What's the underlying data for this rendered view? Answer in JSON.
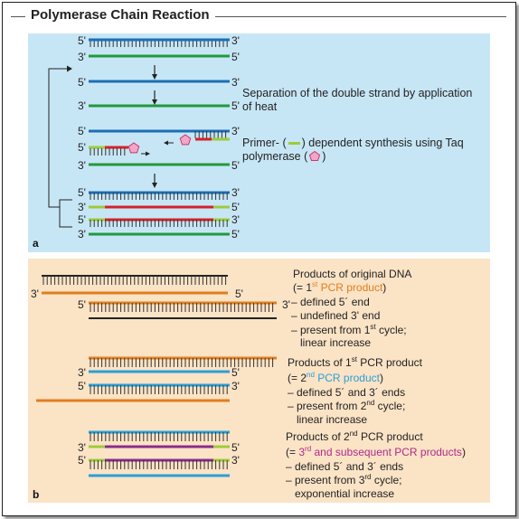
{
  "title": "Polymerase Chain Reaction",
  "panel_a": {
    "label": "a",
    "end_5": "5'",
    "end_3": "3'",
    "separation_text": "Separation of the double strand by application of heat",
    "separation_line1": "Separation of the double strand by application",
    "separation_line2": "of heat",
    "primer_line1_prefix": "Primer- (",
    "primer_line1_suffix": ") dependent synthesis using Taq",
    "primer_line2_prefix": "polymerase (",
    "primer_line2_suffix": ")"
  },
  "panel_b": {
    "label": "b",
    "end_5": "5'",
    "end_3": "3'",
    "group1": {
      "title": "Products of original DNA",
      "paren_open": "(= 1",
      "sup": "st",
      "product": " PCR product",
      "paren_close": ")",
      "item1": "– defined 5´ end",
      "item2": "– undefined 3' end",
      "item3_prefix": "– present from 1",
      "item3_sup": "st",
      "item3_suffix": " cycle;",
      "item4": "linear increase"
    },
    "group2": {
      "title_prefix": "Products of 1",
      "title_sup": "st",
      "title_suffix": " PCR product",
      "paren_open": "(= 2",
      "sup": "nd",
      "product": " PCR product",
      "paren_close": ")",
      "item1": "– defined 5´ and 3´ ends",
      "item2_prefix": "– present from 2",
      "item2_sup": "nd",
      "item2_suffix": " cycle;",
      "item3": "linear increase"
    },
    "group3": {
      "title_prefix": "Products of 2",
      "title_sup": "nd",
      "title_suffix": " PCR product",
      "paren_open": "(= ",
      "product_prefix": "3",
      "sup": "rd",
      "product": " and subsequent PCR products",
      "paren_close": ")",
      "item1": "– defined 5´ and 3´ ends",
      "item2_prefix": "– present from 3",
      "item2_sup": "rd",
      "item2_suffix": " cycle;",
      "item3": "exponential increase"
    }
  },
  "colors": {
    "panel_a_bg": "#c7e6f5",
    "panel_b_bg": "#fbe3c6",
    "strand_blue": "#1b6fb6",
    "strand_green": "#1f9a3c",
    "primer_green": "#9ccc3c",
    "new_red": "#d4222b",
    "polymerase_pink": "#f4a6c8",
    "orange": "#e07e1e",
    "light_blue": "#2a9fd6",
    "purple": "#8a2c8c",
    "black": "#222222"
  }
}
